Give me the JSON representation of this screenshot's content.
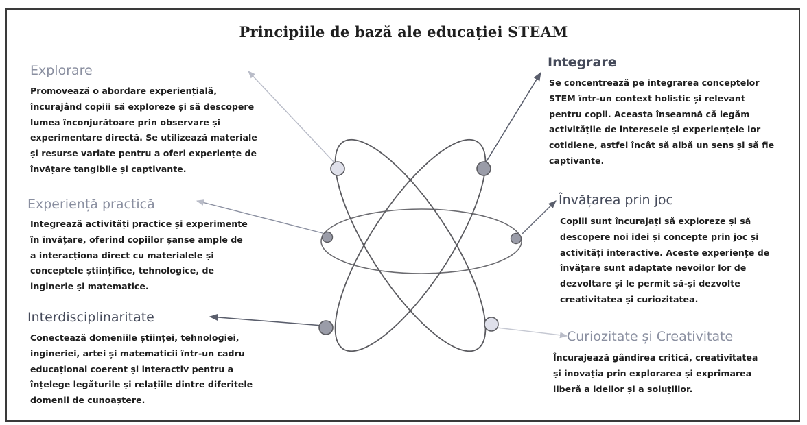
{
  "title": "Principiile de bază ale educației STEAM",
  "accent_colors": {
    "heading_light": "#8a8fa0",
    "heading_dark": "#454a5a",
    "node_dark": "#9a9ca8",
    "node_light": "#dfe0ea",
    "orbit": "#6b6b70"
  },
  "principles": {
    "explorare": {
      "heading": "Explorare",
      "lines": [
        "Promovează o abordare experiențială,",
        "încurajând copiii să exploreze și să descopere",
        "lumea înconjurătoare prin observare și",
        "experimentare directă. Se utilizează materiale",
        "și resurse variate pentru a oferi experiențe de",
        "învățare tangibile și captivante."
      ]
    },
    "experienta": {
      "heading": "Experiență practică",
      "lines": [
        "Integrează activități practice și experimente",
        "în învățare, oferind copiilor șanse ample de",
        "a interacționa direct cu materialele și",
        "conceptele științifice, tehnologice, de",
        "inginerie și matematice."
      ]
    },
    "interdisciplinaritate": {
      "heading": "Interdisciplinaritate",
      "lines": [
        "Conectează domeniile științei, tehnologiei,",
        "ingineriei, artei și matematicii într-un cadru",
        "educațional coerent și interactiv pentru a",
        "înțelege legăturile și relațiile dintre diferitele",
        "domenii de cunoaștere."
      ]
    },
    "integrare": {
      "heading": "Integrare",
      "lines": [
        "Se concentrează pe integrarea conceptelor",
        "STEM într-un context holistic și relevant",
        "pentru copii. Aceasta înseamnă că legăm",
        "activitățile de interesele și experiențele lor",
        "cotidiene, astfel încât să aibă un sens și să fie",
        "captivante."
      ]
    },
    "joc": {
      "heading": "Învățarea prin joc",
      "lines": [
        "Copiii sunt încurajați să exploreze și să",
        "descopere noi idei și concepte prin joc și",
        "activități interactive. Aceste experiențe de",
        "învățare sunt adaptate nevoilor lor de",
        "dezvoltare și le permit să-și dezvolte",
        "creativitatea și curiozitatea."
      ]
    },
    "curiozitate": {
      "heading": "Curiozitate și Creativitate",
      "lines": [
        "Încurajează gândirea critică, creativitatea",
        "și inovația prin explorarea și exprimarea",
        "liberă a ideilor și a soluțiilor."
      ]
    }
  }
}
